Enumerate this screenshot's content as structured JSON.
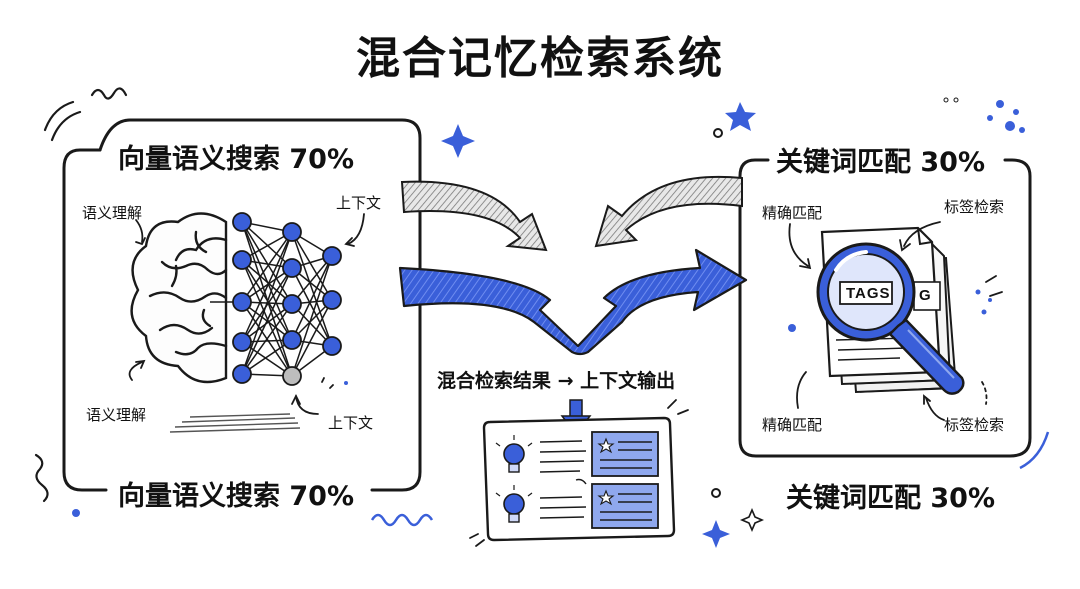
{
  "title": "混合记忆检索系统",
  "left_panel": {
    "header_top": "向量语义搜索 70%",
    "header_bottom": "向量语义搜索 70%",
    "label_top_left": "语义理解",
    "label_bottom_left": "语义理解",
    "label_top_right": "上下文",
    "label_bottom_right": "上下文"
  },
  "right_panel": {
    "header_top": "关键词匹配 30%",
    "header_bottom": "关键词匹配 30%",
    "label_top_left": "精确匹配",
    "label_bottom_left": "精确匹配",
    "label_top_right": "标签检索",
    "label_bottom_right": "标签检索",
    "tag_text": "TAGS",
    "tag_partial": "G"
  },
  "center": {
    "result_label": "混合检索结果 → 上下文输出"
  },
  "colors": {
    "accent_blue": "#3a5fd9",
    "light_blue": "#8fa8ee",
    "ink": "#1a1a1a",
    "gray_arrow": "#9a9a9a"
  },
  "icons": [
    "brain-icon",
    "neural-network-icon",
    "magnifier-icon",
    "document-icon",
    "lightbulb-icon",
    "star-icon",
    "sparkle-icon"
  ]
}
